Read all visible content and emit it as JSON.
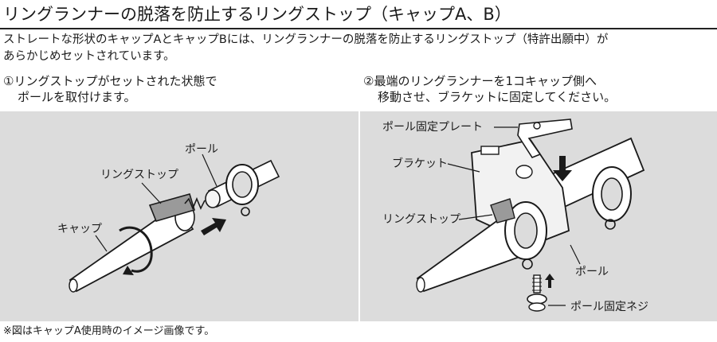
{
  "title": "リングランナーの脱落を防止するリングストップ（キャップA、B）",
  "description": {
    "line1": "ストレートな形状のキャップAとキャップBには、リングランナーの脱落を防止するリングストップ（特許出願中）が",
    "line2": "あらかじめセットされています。"
  },
  "step1": {
    "line1": "①リングストップがセットされた状態で",
    "line2": "ポールを取付けます。",
    "labels": {
      "pole": "ポール",
      "ring_stop": "リングストップ",
      "cap": "キャップ"
    }
  },
  "step2": {
    "line1": "②最端のリングランナーを1コキャップ側へ",
    "line2": "移動させ、ブラケットに固定してください。",
    "labels": {
      "plate": "ポール固定プレート",
      "bracket": "ブラケット",
      "ring_stop": "リングストップ",
      "pole": "ポール",
      "screw": "ポール固定ネジ"
    }
  },
  "note": "※図はキャップA使用時のイメージ画像です。"
}
